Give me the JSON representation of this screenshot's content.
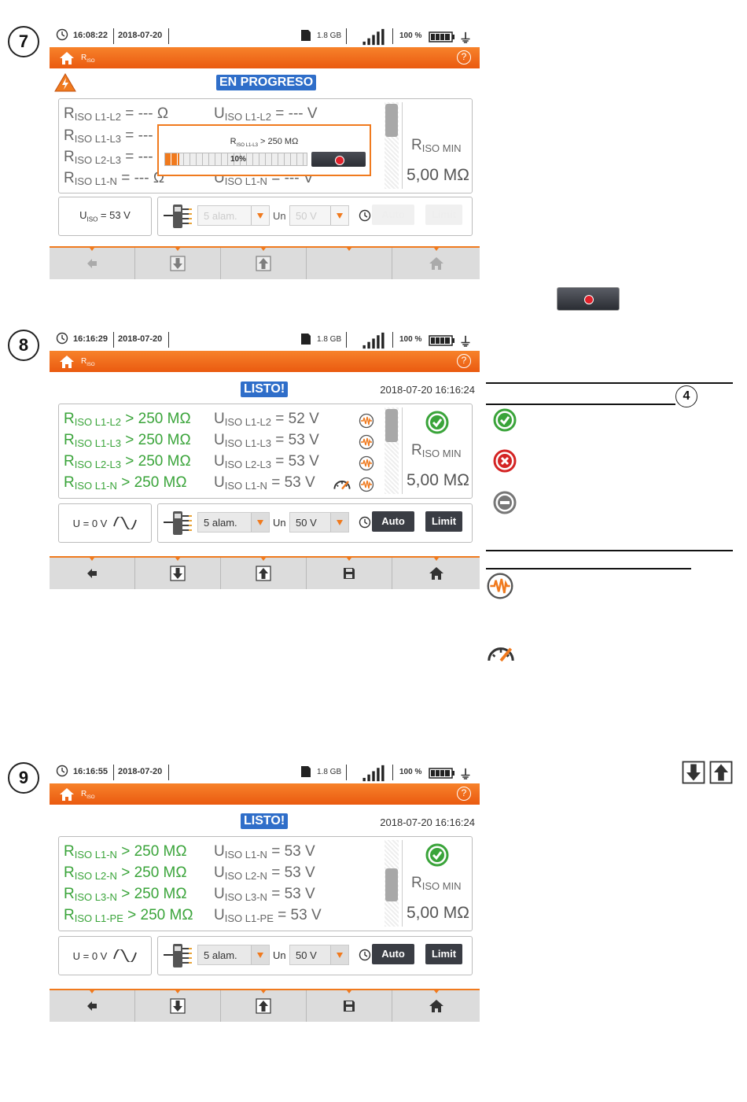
{
  "steps": [
    "7",
    "8",
    "9"
  ],
  "screen7": {
    "status": {
      "time": "16:08:22",
      "date": "2018-07-20",
      "memory": "1.8 GB",
      "battery": "100 %"
    },
    "title": {
      "main": "R",
      "sub": "ISO"
    },
    "help": "?",
    "state": "EN PROGRESO",
    "rows": [
      {
        "r": "R",
        "r_sub": "ISO L1-L2",
        "r_val": " = --- Ω",
        "u": "U",
        "u_sub": "ISO L1-L2",
        "u_val": " = --- V"
      },
      {
        "r": "R",
        "r_sub": "ISO L1-L3",
        "r_val": " = ---",
        "u": "",
        "u_sub": "",
        "u_val": ""
      },
      {
        "r": "R",
        "r_sub": "ISO L2-L3",
        "r_val": " = ---",
        "u": "",
        "u_sub": "",
        "u_val": ""
      },
      {
        "r": "R",
        "r_sub": "ISO L1-N",
        "r_val": "  = --- Ω",
        "u": "U",
        "u_sub": "ISO L1-N",
        "u_val": " = --- V"
      }
    ],
    "overlay": {
      "title": "R",
      "title_sub": "ISO L1-L3",
      "title_rest": " > 250 MΩ",
      "progress_text": "10%",
      "progress": 0.1
    },
    "rmin": {
      "label": "R",
      "label_sub": "ISO MIN",
      "value": "5,00 MΩ"
    },
    "voltage": {
      "label": "U",
      "label_sub": "ISO",
      "value": " = 53 V"
    },
    "controls": {
      "select1": "5 alam.",
      "un_label": "Un",
      "select2": "50 V",
      "auto": "Auto",
      "limit": "Limit"
    }
  },
  "screen8": {
    "status": {
      "time": "16:16:29",
      "date": "2018-07-20",
      "memory": "1.8 GB",
      "battery": "100 %"
    },
    "title": {
      "main": "R",
      "sub": "ISO"
    },
    "help": "?",
    "state": "LISTO!",
    "timestamp": "2018-07-20 16:16:24",
    "rows": [
      {
        "r": "R",
        "r_sub": "ISO L1-L2",
        "r_val": " > 250 MΩ",
        "u": "U",
        "u_sub": "ISO L1-L2",
        "u_val": " = 52 V"
      },
      {
        "r": "R",
        "r_sub": "ISO L1-L3",
        "r_val": " > 250 MΩ",
        "u": "U",
        "u_sub": "ISO L1-L3",
        "u_val": " = 53 V"
      },
      {
        "r": "R",
        "r_sub": "ISO L2-L3",
        "r_val": " > 250 MΩ",
        "u": "U",
        "u_sub": "ISO L2-L3",
        "u_val": " = 53 V"
      },
      {
        "r": "R",
        "r_sub": "ISO L1-N",
        "r_val": "  > 250 MΩ",
        "u": "U",
        "u_sub": "ISO L1-N",
        "u_val": "  = 53 V"
      }
    ],
    "rmin": {
      "label": "R",
      "label_sub": "ISO MIN",
      "value": "5,00 MΩ"
    },
    "voltage": {
      "value": "U = 0 V"
    },
    "controls": {
      "select1": "5 alam.",
      "un_label": "Un",
      "select2": "50 V",
      "auto": "Auto",
      "limit": "Limit"
    }
  },
  "screen9": {
    "status": {
      "time": "16:16:55",
      "date": "2018-07-20",
      "memory": "1.8 GB",
      "battery": "100 %"
    },
    "title": {
      "main": "R",
      "sub": "ISO"
    },
    "help": "?",
    "state": "LISTO!",
    "timestamp": "2018-07-20 16:16:24",
    "rows": [
      {
        "r": "R",
        "r_sub": "ISO L1-N",
        "r_val": "  > 250 MΩ",
        "u": "U",
        "u_sub": "ISO L1-N",
        "u_val": "  = 53 V"
      },
      {
        "r": "R",
        "r_sub": "ISO L2-N",
        "r_val": "  > 250 MΩ",
        "u": "U",
        "u_sub": "ISO L2-N",
        "u_val": "  = 53 V"
      },
      {
        "r": "R",
        "r_sub": "ISO L3-N",
        "r_val": "  > 250 MΩ",
        "u": "U",
        "u_sub": "ISO L3-N",
        "u_val": "  = 53 V"
      },
      {
        "r": "R",
        "r_sub": "ISO L1-PE",
        "r_val": " > 250 MΩ",
        "u": "U",
        "u_sub": "ISO L1-PE",
        "u_val": " = 53 V"
      }
    ],
    "rmin": {
      "label": "R",
      "label_sub": "ISO MIN",
      "value": "5,00 MΩ"
    },
    "voltage": {
      "value": "U = 0 V"
    },
    "controls": {
      "select1": "5 alam.",
      "un_label": "Un",
      "select2": "50 V",
      "auto": "Auto",
      "limit": "Limit"
    }
  },
  "callout_number": "4",
  "colors": {
    "accent": "#f07a1e",
    "ok": "#3aa43a",
    "state_badge": "#2f6ec9",
    "fail": "#d42424"
  }
}
